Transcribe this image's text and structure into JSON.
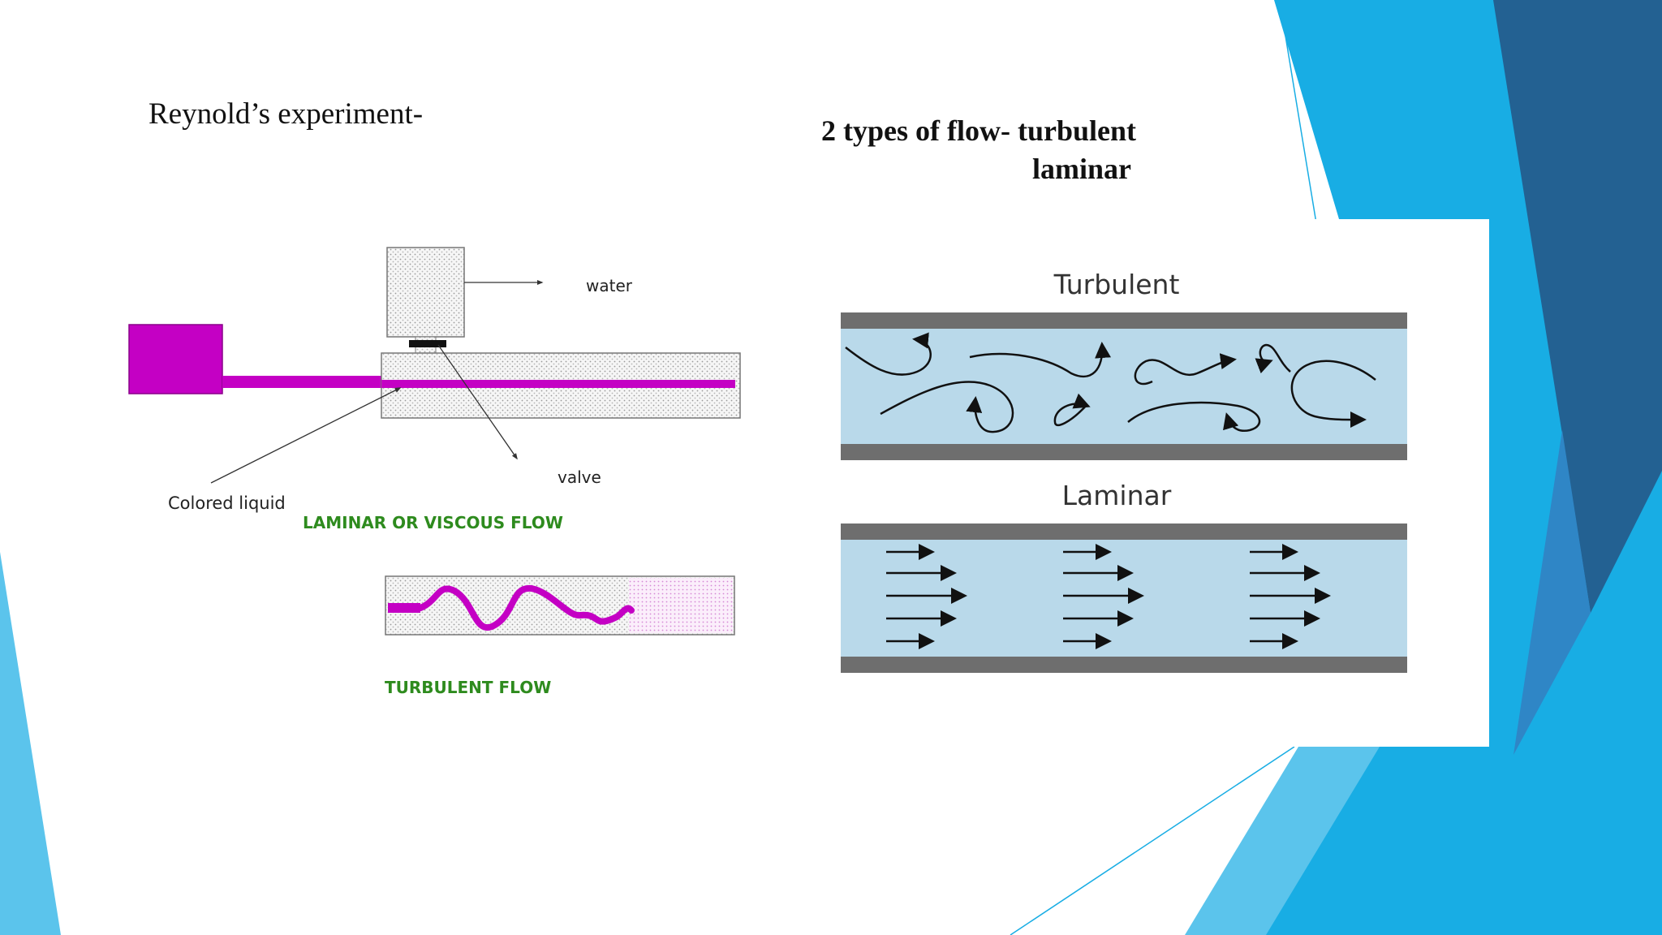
{
  "slide": {
    "title_left": "Reynold’s experiment-",
    "title_right_line1": "2 types of flow- turbulent",
    "title_right_line2": "laminar"
  },
  "apparatus": {
    "water_label": "water",
    "valve_label": "valve",
    "colored_liquid_label": "Colored liquid",
    "laminar_caption": "LAMINAR OR VISCOUS FLOW",
    "turbulent_caption": "TURBULENT FLOW"
  },
  "flow_panel": {
    "turbulent_label": "Turbulent",
    "laminar_label": "Laminar"
  },
  "colors": {
    "dye": "#c400c4",
    "caption_green": "#2e8b1e",
    "pipe_fluid": "#b9d9ea",
    "pipe_wall": "#6e6e6e",
    "accent_blue": "#18ade4",
    "accent_dark": "#236192",
    "accent_light": "#5bc4ec"
  }
}
